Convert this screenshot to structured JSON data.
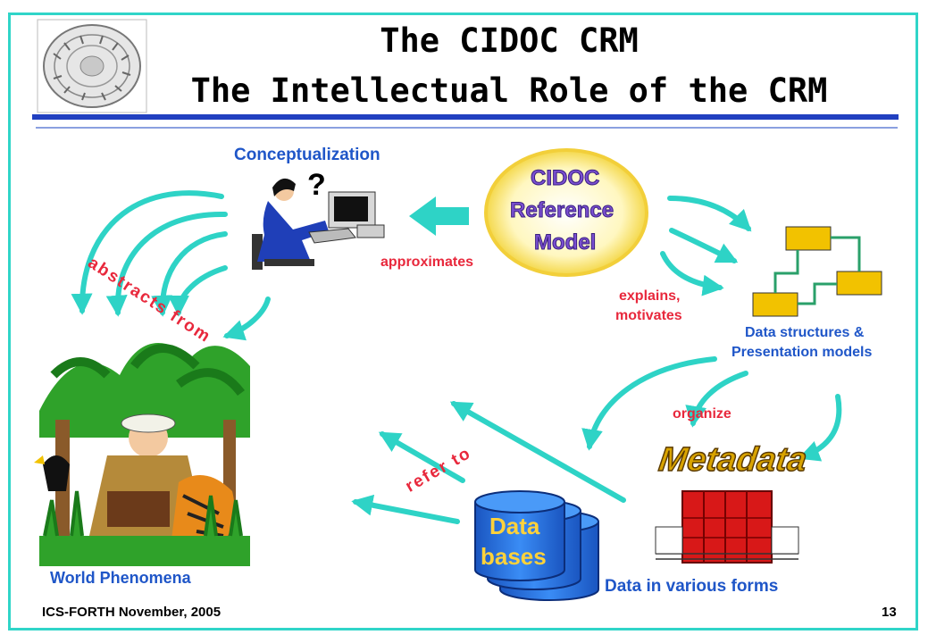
{
  "slide": {
    "title_line1": "The CIDOC CRM",
    "title_line2": "The Intellectual Role of the CRM",
    "footer_left": "ICS-FORTH November, 2005",
    "page_number": "13"
  },
  "diagram": {
    "conceptualization": "Conceptualization",
    "question_mark": "?",
    "crm_badge": [
      "CIDOC",
      "Reference",
      "Model"
    ],
    "approximates": "approximates",
    "abstracts_from": "abstracts from",
    "explains_line1": "explains,",
    "explains_line2": "motivates",
    "data_structures_line1": "Data structures &",
    "data_structures_line2": "Presentation models",
    "organize": "organize",
    "metadata": "Metadata",
    "refer_to": "refer to",
    "databases_line1": "Data",
    "databases_line2": "bases",
    "data_various_forms": "Data in various forms",
    "world_phenomena": "World Phenomena"
  },
  "colors": {
    "arrow": "#2ed3c6",
    "title_rule": "#2140c0",
    "label_blue": "#1f56c8",
    "label_red": "#e8283c",
    "badge_text": "#7a4fd0",
    "box_fill": "#f2c200",
    "box_connector": "#2aa06a",
    "cylinder": "#1e6fe0",
    "metadata_gold": "#d9a400"
  }
}
